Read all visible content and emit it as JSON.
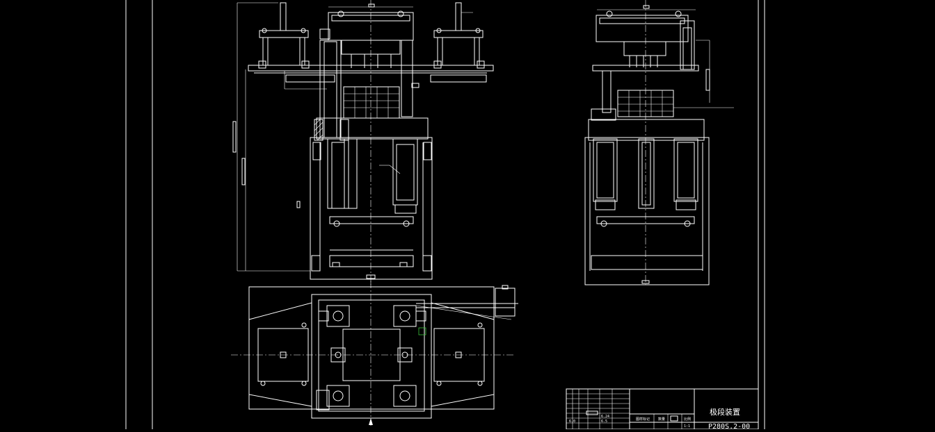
{
  "title_block": {
    "drawing_name": "极段装置",
    "drawing_number": "P280S.2-00",
    "small_cells": [
      "图样标记",
      "数量",
      "比例"
    ],
    "scale_value": "1:1",
    "left_values": [
      "6.24",
      "6.5",
      "6.0"
    ]
  }
}
